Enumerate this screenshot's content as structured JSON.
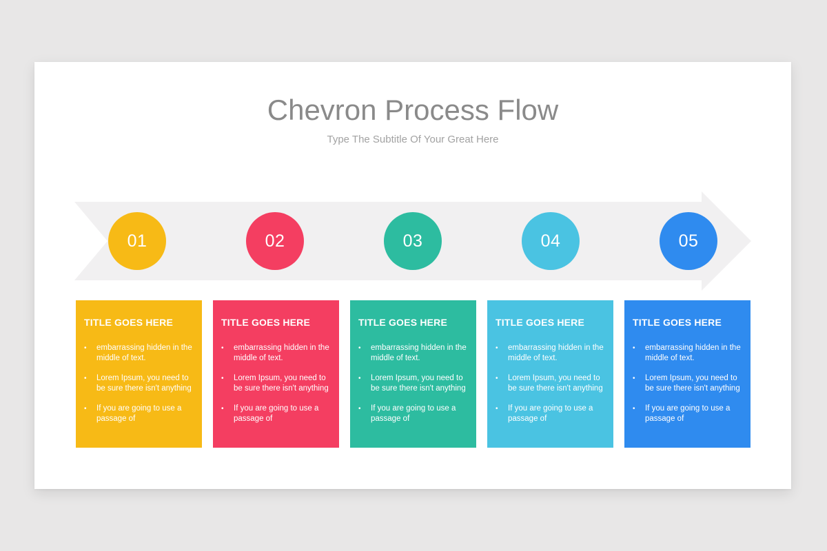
{
  "page": {
    "background_color": "#e8e7e7",
    "slide_color": "#ffffff"
  },
  "header": {
    "title": "Chevron Process Flow",
    "subtitle": "Type The Subtitle Of Your Great Here",
    "title_color": "#8a8a8a",
    "subtitle_color": "#a2a2a2"
  },
  "arrow": {
    "color": "#f1f0f1"
  },
  "glyphs": {
    "bullet": "•"
  },
  "steps": [
    {
      "number": "01",
      "color": "#f7ba16",
      "card_title": "TITLE GOES HERE",
      "bullets": [
        "embarrassing hidden in the middle of text.",
        "Lorem Ipsum, you need to be sure there isn't anything",
        "If you are going to use a passage of"
      ]
    },
    {
      "number": "02",
      "color": "#f43e61",
      "card_title": "TITLE GOES HERE",
      "bullets": [
        "embarrassing hidden in the middle of text.",
        "Lorem Ipsum, you need to be sure there isn't anything",
        "If you are going to use a passage of"
      ]
    },
    {
      "number": "03",
      "color": "#2dbca0",
      "card_title": "TITLE GOES HERE",
      "bullets": [
        "embarrassing hidden in the middle of text.",
        "Lorem Ipsum, you need to be sure there isn't anything",
        "If you are going to use a passage of"
      ]
    },
    {
      "number": "04",
      "color": "#4ac3e2",
      "card_title": "TITLE GOES HERE",
      "bullets": [
        "embarrassing hidden in the middle of text.",
        "Lorem Ipsum, you need to be sure there isn't anything",
        "If you are going to use a passage of"
      ]
    },
    {
      "number": "05",
      "color": "#2f8bef",
      "card_title": "TITLE GOES HERE",
      "bullets": [
        "embarrassing hidden in the middle of text.",
        "Lorem Ipsum, you need to be sure there isn't anything",
        "If you are going to use a passage of"
      ]
    }
  ]
}
